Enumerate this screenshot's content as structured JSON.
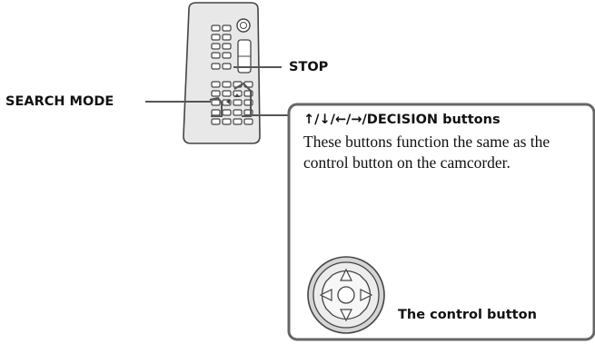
{
  "labels": {
    "stop": "STOP",
    "search_mode": "SEARCH MODE",
    "panel_heading": "↑/↓/←/→/DECISION buttons",
    "panel_description": "These buttons function the same as the control button on the camcorder.",
    "control_button": "The control button"
  },
  "icons": {
    "remote": "remote-commander",
    "control_pad": "four-way-control-pad"
  },
  "colors": {
    "line": "#555555",
    "remote_body": "#e6e6e6",
    "pad": "#dcdcdc"
  }
}
